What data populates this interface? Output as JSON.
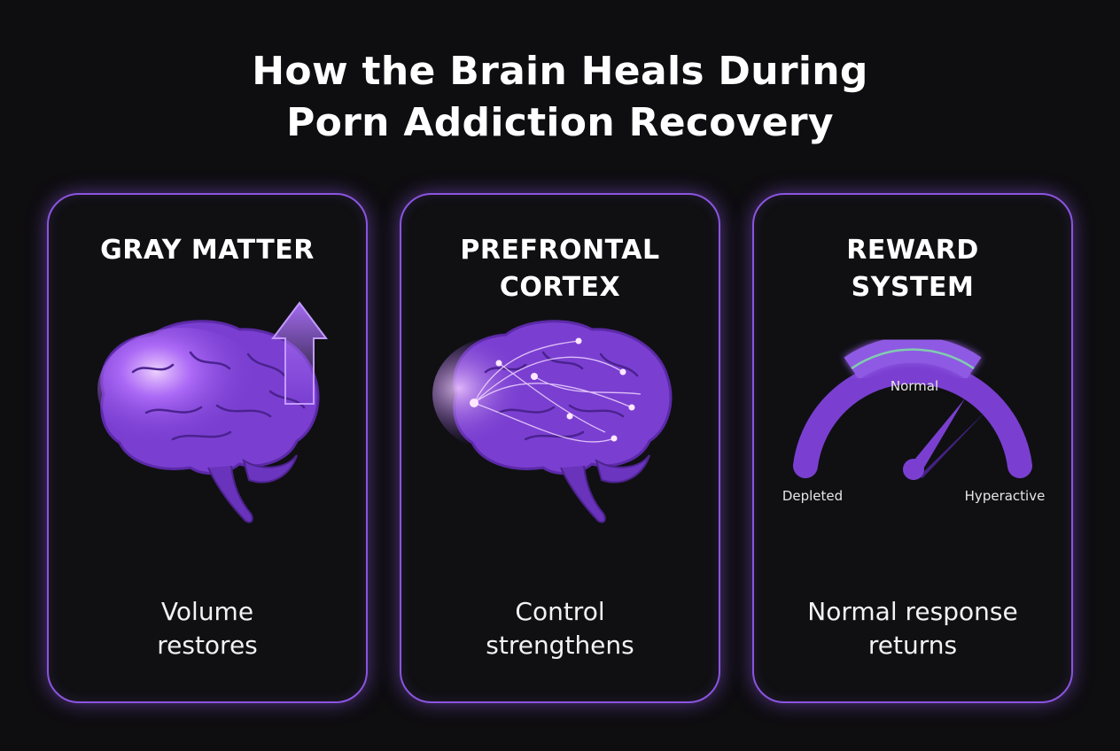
{
  "title": {
    "line1": "How the Brain Heals During",
    "line2": "Porn Addiction Recovery"
  },
  "cards": [
    {
      "title_lines": [
        "GRAY MATTER"
      ],
      "desc_lines": [
        "Volume",
        "restores"
      ]
    },
    {
      "title_lines": [
        "PREFRONTAL",
        "CORTEX"
      ],
      "desc_lines": [
        "Control",
        "strengthens"
      ]
    },
    {
      "title_lines": [
        "REWARD",
        "SYSTEM"
      ],
      "desc_lines": [
        "Normal response",
        "returns"
      ],
      "gauge": {
        "left_label": "Depleted",
        "center_label": "Normal",
        "right_label": "Hyperactive",
        "needle_position": "normal"
      }
    }
  ],
  "colors": {
    "background": "#0e0d10",
    "accent": "#8a55e0",
    "brain": "#7a3fd1",
    "glow": "#d9a8ff",
    "normal_zone_border": "#7ee0a6"
  },
  "icons": {
    "card1": [
      "brain-icon",
      "up-arrow-icon"
    ],
    "card2": [
      "brain-network-icon"
    ],
    "card3": [
      "gauge-icon",
      "needle-icon"
    ]
  }
}
